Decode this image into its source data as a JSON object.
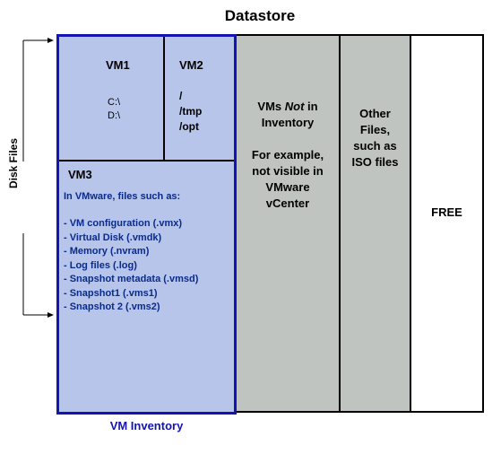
{
  "title": "Datastore",
  "side_label": "Disk Files",
  "vm_inventory_label": "VM Inventory",
  "vm1": {
    "name": "VM1",
    "drives": [
      "C:\\",
      "D:\\"
    ]
  },
  "vm2": {
    "name": "VM2",
    "paths": [
      "/",
      "/tmp",
      "/opt"
    ]
  },
  "vm3": {
    "name": "VM3",
    "intro": "In VMware, files such as:",
    "files": [
      "- VM configuration (.vmx)",
      "- Virtual Disk (.vmdk)",
      "- Memory (.nvram)",
      "- Log files (.log)",
      "- Snapshot metadata (.vmsd)",
      "- Snapshot1 (.vms1)",
      "- Snapshot 2 (.vms2)"
    ]
  },
  "not_in_inventory": {
    "heading_pre": "VMs ",
    "heading_em": "Not",
    "heading_post": " in",
    "heading_line2": "Inventory",
    "example_lines": [
      "For example,",
      "not visible in",
      "VMware",
      "vCenter"
    ]
  },
  "other_files": {
    "lines": [
      "Other",
      "Files,",
      "such as",
      "ISO files"
    ]
  },
  "free": {
    "label": "FREE"
  },
  "colors": {
    "inventory_border": "#1414b4",
    "inventory_fill": "#b7c5ea",
    "gray_fill": "#c0c4c0",
    "vm3_text": "#0a2a8c"
  }
}
